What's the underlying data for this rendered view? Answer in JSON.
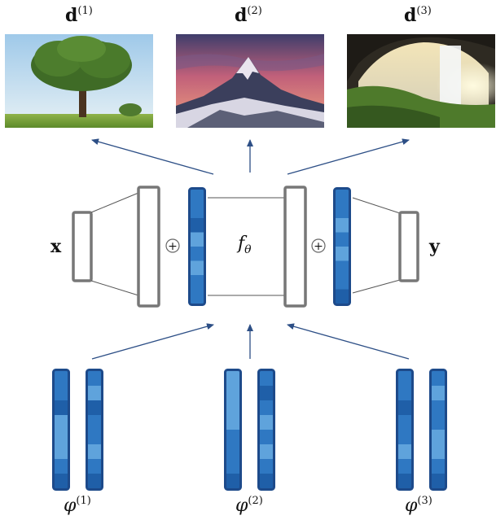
{
  "images": [
    {
      "label_base": "d",
      "label_sup": "(1)",
      "scene": "tree-in-meadow"
    },
    {
      "label_base": "d",
      "label_sup": "(2)",
      "scene": "mountain-peak-at-sunset"
    },
    {
      "label_base": "d",
      "label_sup": "(3)",
      "scene": "waterfall-in-cave"
    }
  ],
  "network": {
    "input_label": "x",
    "output_label": "y",
    "function_base": "f",
    "function_sub": "θ",
    "plus_symbol": "+"
  },
  "params": [
    {
      "label_base": "φ",
      "label_sup": "(1)"
    },
    {
      "label_base": "φ",
      "label_sup": "(2)"
    },
    {
      "label_base": "φ",
      "label_sup": "(3)"
    }
  ],
  "colors": {
    "arrow": "#2d4f86",
    "box_stroke": "#777777",
    "vector_dark": "#1f5fa8",
    "vector_mid": "#2f78c2",
    "vector_light": "#5fa3dc",
    "vector_border": "#1d4a8a"
  }
}
